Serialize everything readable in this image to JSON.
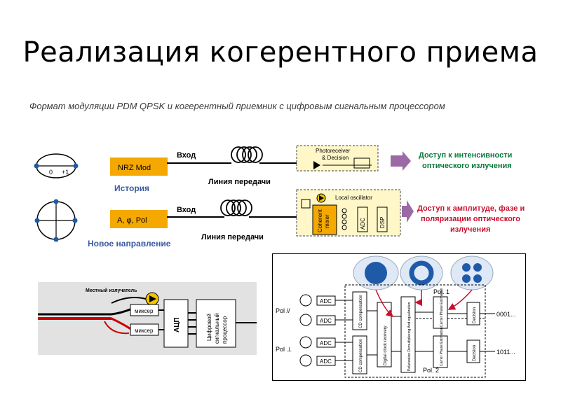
{
  "slide": {
    "title": "Реализация когерентного приема",
    "subtitle": "Формат модуляции PDM QPSK и когерентный  приемник с цифровым сигнальным процессором"
  },
  "row1": {
    "constellation_labels": [
      "0",
      "+1"
    ],
    "modulator_label": "NRZ Mod",
    "caption": "История",
    "input_label": "Вход",
    "line_label": "Линия передачи",
    "receiver_label_1": "Photoreceiver",
    "receiver_label_2": "& Decision",
    "arrow_text_1": "Доступ к интенсивности",
    "arrow_text_2": "оптического излучения"
  },
  "row2": {
    "modulator_label": "A, φ, Pol",
    "caption": "Новое  направление",
    "input_label": "Вход",
    "line_label": "Линия передачи",
    "oscillator_label": "Local oscillator",
    "mixer_label_1": "Coherent",
    "mixer_label_2": "mixer",
    "adc_label": "ADC",
    "dsp_label": "DSP",
    "arrow_text_1": "Доступ к амплитуде, фазе и",
    "arrow_text_2": "поляризации оптического",
    "arrow_text_3": "излучения"
  },
  "left_diagram": {
    "laser_label": "Местный излучатель",
    "mixer_1": "миксер",
    "mixer_2": "миксер",
    "adc_label": "АЦП",
    "processor_1": "Цифровой",
    "processor_2": "сигнальный",
    "processor_3": "процессор"
  },
  "right_diagram": {
    "pol_x": "Pol //",
    "pol_y": "Pol ⊥",
    "adc": "ADC",
    "cd_comp": "CD compensation",
    "clock": "Digital clock recovery",
    "demux": "Polarization Demultiplexing And equalization",
    "carrier": "Carrier Phase Estimation",
    "decision": "Decision",
    "pol_1": "Pol. 1",
    "pol_2": "Pol. 2",
    "out_1": "0001...",
    "out_2": "1011..."
  },
  "colors": {
    "modulator_fill": "#f5a800",
    "caption_blue": "#3a5aa0",
    "arrow_purple": "#9b6aa6",
    "arrow_text_green": "#0c7a3c",
    "arrow_text_red": "#c8102e",
    "dashed_yellow": "#fff7c8",
    "constellation_blue": "#1e5aa8"
  }
}
